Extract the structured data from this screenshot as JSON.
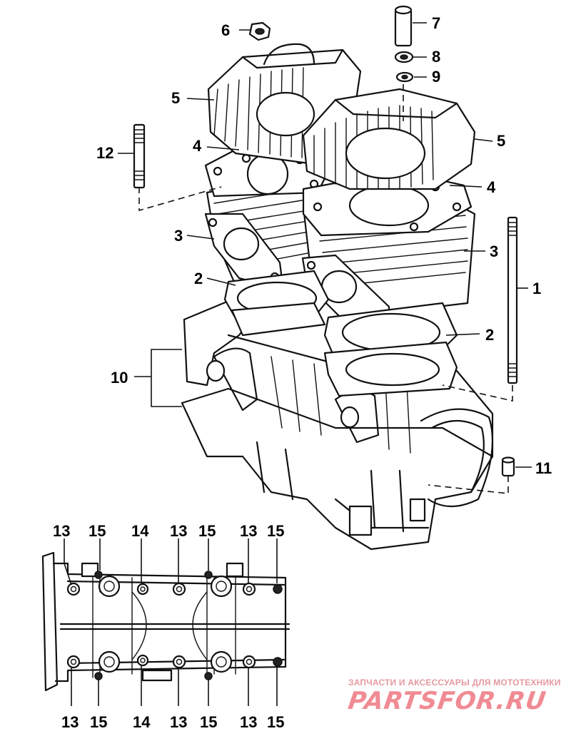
{
  "diagram": {
    "callouts_main": [
      {
        "id": "1",
        "text": "1"
      },
      {
        "id": "2-left",
        "text": "2"
      },
      {
        "id": "2-right",
        "text": "2"
      },
      {
        "id": "3-left",
        "text": "3"
      },
      {
        "id": "3-right",
        "text": "3"
      },
      {
        "id": "4-left",
        "text": "4"
      },
      {
        "id": "4-right",
        "text": "4"
      },
      {
        "id": "5-left",
        "text": "5"
      },
      {
        "id": "5-right",
        "text": "5"
      },
      {
        "id": "6",
        "text": "6"
      },
      {
        "id": "7",
        "text": "7"
      },
      {
        "id": "8",
        "text": "8"
      },
      {
        "id": "9",
        "text": "9"
      },
      {
        "id": "10",
        "text": "10"
      },
      {
        "id": "11",
        "text": "11"
      },
      {
        "id": "12",
        "text": "12"
      }
    ],
    "callouts_bottom_top": [
      "13",
      "15",
      "14",
      "13",
      "15",
      "13",
      "15"
    ],
    "callouts_bottom_bottom": [
      "13",
      "15",
      "14",
      "13",
      "15",
      "13",
      "15"
    ]
  },
  "watermark": {
    "tagline": "ЗАПЧАСТИ И АКСЕССУАРЫ ДЛЯ МОТОТЕХНИКИ",
    "logo": "PARTSFOR.RU",
    "color": "#f08b93"
  }
}
